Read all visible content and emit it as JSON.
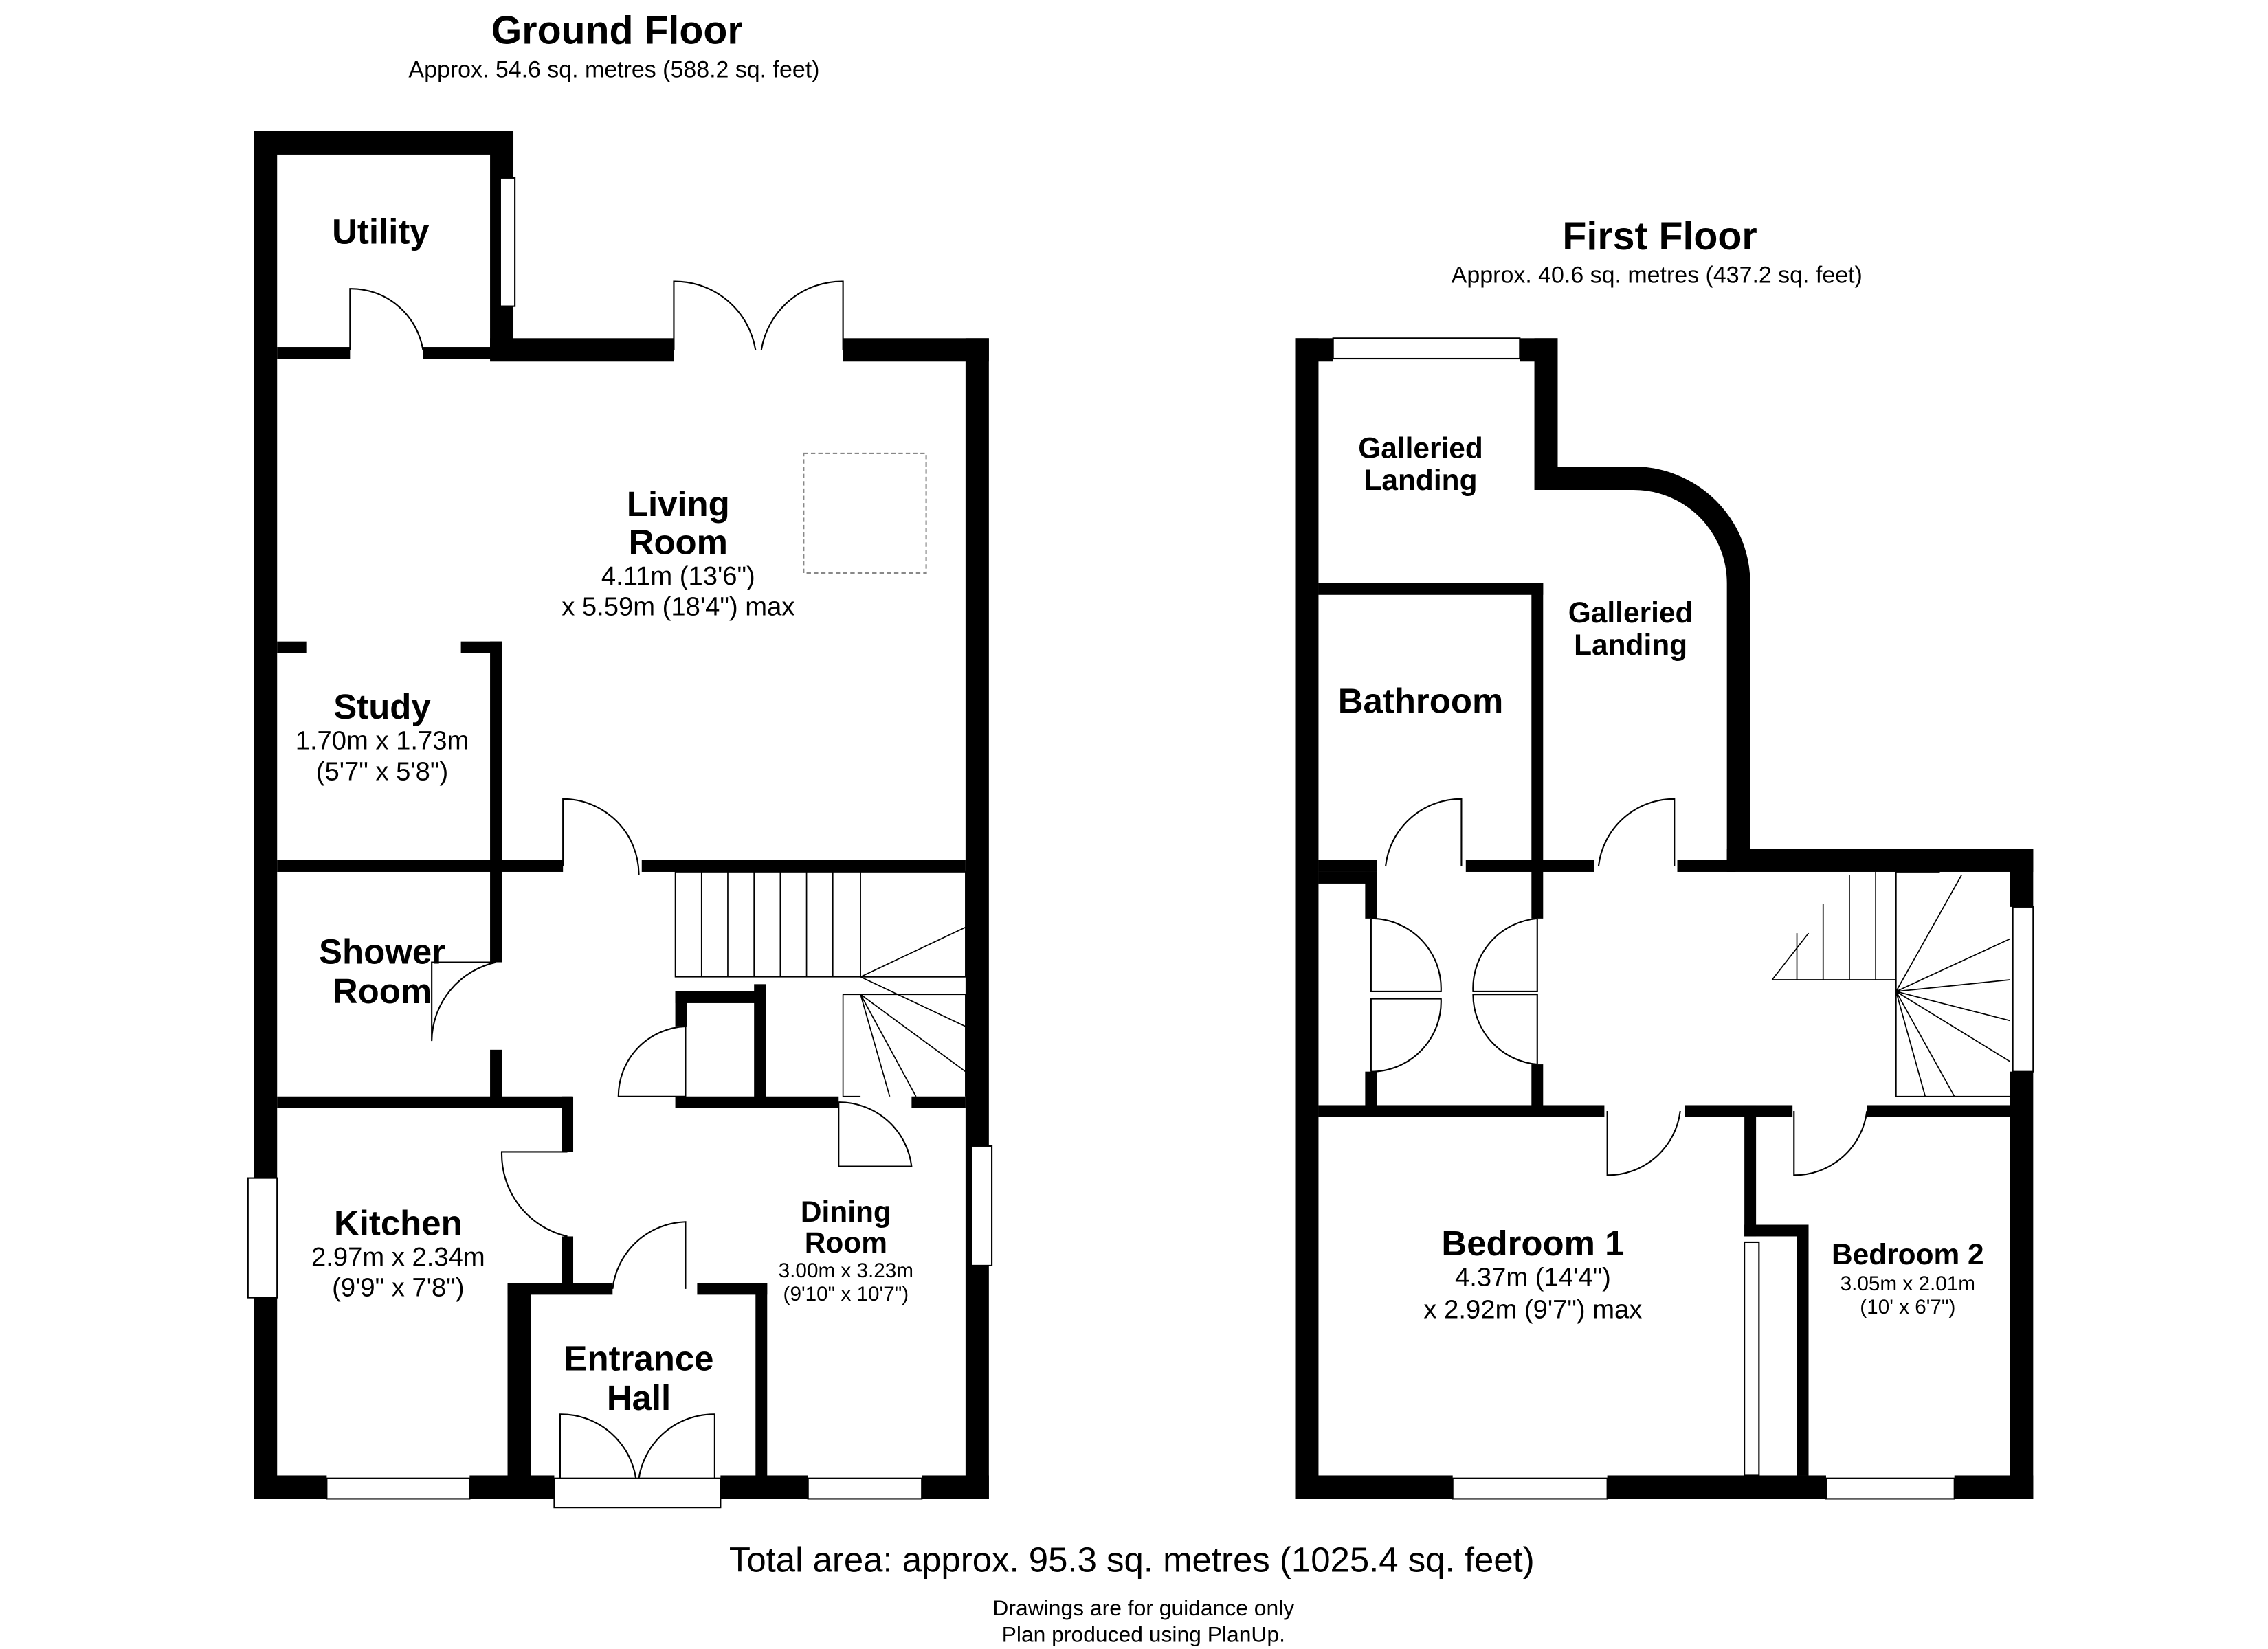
{
  "ground_floor": {
    "title": "Ground Floor",
    "area": "Approx. 54.6 sq. metres (588.2 sq. feet)",
    "rooms": {
      "utility": {
        "name": "Utility"
      },
      "living": {
        "name1": "Living",
        "name2": "Room",
        "dim1": "4.11m (13'6\")",
        "dim2": "x 5.59m (18'4\") max"
      },
      "study": {
        "name": "Study",
        "dim1": "1.70m x 1.73m",
        "dim2": "(5'7\" x 5'8\")"
      },
      "shower": {
        "name1": "Shower",
        "name2": "Room"
      },
      "kitchen": {
        "name": "Kitchen",
        "dim1": "2.97m x 2.34m",
        "dim2": "(9'9\" x 7'8\")"
      },
      "entrance": {
        "name1": "Entrance",
        "name2": "Hall"
      },
      "dining": {
        "name1": "Dining",
        "name2": "Room",
        "dim1": "3.00m x 3.23m",
        "dim2": "(9'10\" x 10'7\")"
      }
    }
  },
  "first_floor": {
    "title": "First Floor",
    "area": "Approx. 40.6 sq. metres (437.2 sq. feet)",
    "rooms": {
      "landing1": {
        "name1": "Galleried",
        "name2": "Landing"
      },
      "landing2": {
        "name1": "Galleried",
        "name2": "Landing"
      },
      "bathroom": {
        "name": "Bathroom"
      },
      "bedroom1": {
        "name": "Bedroom 1",
        "dim1": "4.37m (14'4\")",
        "dim2": "x 2.92m (9'7\") max"
      },
      "bedroom2": {
        "name": "Bedroom 2",
        "dim1": "3.05m x 2.01m",
        "dim2": "(10' x 6'7\")"
      }
    }
  },
  "footer": {
    "total": "Total area: approx. 95.3 sq. metres (1025.4 sq. feet)",
    "note1": "Drawings are for guidance only",
    "note2": "Plan produced using PlanUp."
  }
}
